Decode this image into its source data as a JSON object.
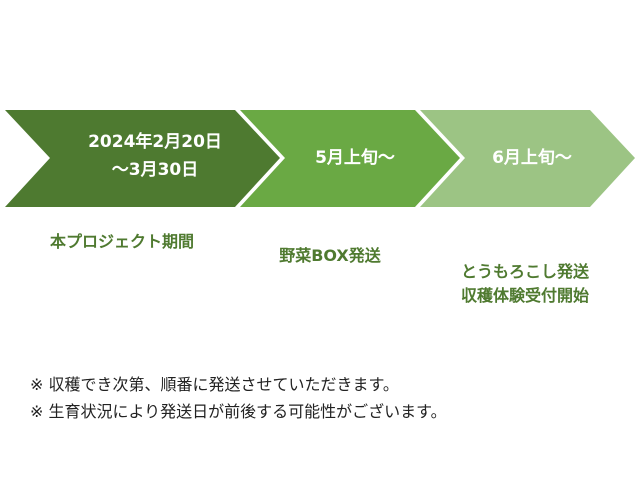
{
  "colors": {
    "stage1": "#4e7a30",
    "stage2": "#6aa944",
    "stage3": "#9cc484",
    "label": "#4f7a30"
  },
  "stages": [
    {
      "line1": "2024年2月20日",
      "line2": "〜3月30日",
      "label1": "本プロジェクト期間",
      "label2": ""
    },
    {
      "line1": "5月上旬〜",
      "line2": "",
      "label1": "野菜BOX発送",
      "label2": ""
    },
    {
      "line1": "6月上旬〜",
      "line2": "",
      "label1": "とうもろこし発送",
      "label2": "収穫体験受付開始"
    }
  ],
  "notes": [
    "※ 収穫でき次第、順番に発送させていただきます。",
    "※ 生育状況により発送日が前後する可能性がございます。"
  ]
}
